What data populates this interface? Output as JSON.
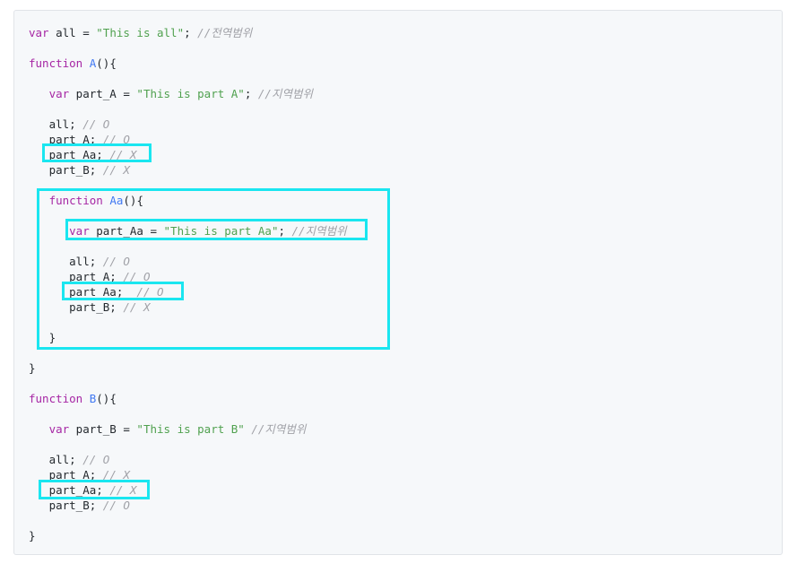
{
  "keywords": {
    "var": "var",
    "function": "function"
  },
  "lines": [
    {
      "indent": "",
      "parts": [
        {
          "t": "kw",
          "v": "var"
        },
        {
          "t": "tx",
          "v": " all = "
        },
        {
          "t": "str",
          "v": "\"This is all\""
        },
        {
          "t": "tx",
          "v": "; "
        },
        {
          "t": "cm",
          "v": "//전역범위"
        }
      ]
    },
    {
      "indent": "",
      "parts": []
    },
    {
      "indent": "",
      "parts": [
        {
          "t": "kw",
          "v": "function"
        },
        {
          "t": "tx",
          "v": " "
        },
        {
          "t": "fn",
          "v": "A"
        },
        {
          "t": "tx",
          "v": "(){"
        }
      ]
    },
    {
      "indent": "",
      "parts": []
    },
    {
      "indent": "   ",
      "parts": [
        {
          "t": "kw",
          "v": "var"
        },
        {
          "t": "tx",
          "v": " part_A = "
        },
        {
          "t": "str",
          "v": "\"This is part A\""
        },
        {
          "t": "tx",
          "v": "; "
        },
        {
          "t": "cm",
          "v": "//지역범위"
        }
      ]
    },
    {
      "indent": "",
      "parts": []
    },
    {
      "indent": "   ",
      "parts": [
        {
          "t": "tx",
          "v": "all; "
        },
        {
          "t": "cm",
          "v": "// O"
        }
      ]
    },
    {
      "indent": "   ",
      "parts": [
        {
          "t": "tx",
          "v": "part_A; "
        },
        {
          "t": "cm",
          "v": "// O"
        }
      ]
    },
    {
      "indent": "   ",
      "parts": [
        {
          "t": "tx",
          "v": "part_Aa; "
        },
        {
          "t": "cm",
          "v": "// X"
        }
      ]
    },
    {
      "indent": "   ",
      "parts": [
        {
          "t": "tx",
          "v": "part_B; "
        },
        {
          "t": "cm",
          "v": "// X"
        }
      ]
    },
    {
      "indent": "",
      "parts": []
    },
    {
      "indent": "   ",
      "parts": [
        {
          "t": "kw",
          "v": "function"
        },
        {
          "t": "tx",
          "v": " "
        },
        {
          "t": "fn",
          "v": "Aa"
        },
        {
          "t": "tx",
          "v": "(){"
        }
      ]
    },
    {
      "indent": "",
      "parts": []
    },
    {
      "indent": "      ",
      "parts": [
        {
          "t": "kw",
          "v": "var"
        },
        {
          "t": "tx",
          "v": " part_Aa = "
        },
        {
          "t": "str",
          "v": "\"This is part Aa\""
        },
        {
          "t": "tx",
          "v": "; "
        },
        {
          "t": "cm",
          "v": "//지역범위"
        }
      ]
    },
    {
      "indent": "",
      "parts": []
    },
    {
      "indent": "      ",
      "parts": [
        {
          "t": "tx",
          "v": "all; "
        },
        {
          "t": "cm",
          "v": "// O"
        }
      ]
    },
    {
      "indent": "      ",
      "parts": [
        {
          "t": "tx",
          "v": "part_A; "
        },
        {
          "t": "cm",
          "v": "// O"
        }
      ]
    },
    {
      "indent": "      ",
      "parts": [
        {
          "t": "tx",
          "v": "part_Aa;  "
        },
        {
          "t": "cm",
          "v": "// O"
        }
      ]
    },
    {
      "indent": "      ",
      "parts": [
        {
          "t": "tx",
          "v": "part_B; "
        },
        {
          "t": "cm",
          "v": "// X"
        }
      ]
    },
    {
      "indent": "",
      "parts": []
    },
    {
      "indent": "   ",
      "parts": [
        {
          "t": "tx",
          "v": "}"
        }
      ]
    },
    {
      "indent": "",
      "parts": []
    },
    {
      "indent": "",
      "parts": [
        {
          "t": "tx",
          "v": "}"
        }
      ]
    },
    {
      "indent": "",
      "parts": []
    },
    {
      "indent": "",
      "parts": [
        {
          "t": "kw",
          "v": "function"
        },
        {
          "t": "tx",
          "v": " "
        },
        {
          "t": "fn",
          "v": "B"
        },
        {
          "t": "tx",
          "v": "(){"
        }
      ]
    },
    {
      "indent": "",
      "parts": []
    },
    {
      "indent": "   ",
      "parts": [
        {
          "t": "kw",
          "v": "var"
        },
        {
          "t": "tx",
          "v": " part_B = "
        },
        {
          "t": "str",
          "v": "\"This is part B\""
        },
        {
          "t": "tx",
          "v": " "
        },
        {
          "t": "cm",
          "v": "//지역범위"
        }
      ]
    },
    {
      "indent": "",
      "parts": []
    },
    {
      "indent": "   ",
      "parts": [
        {
          "t": "tx",
          "v": "all; "
        },
        {
          "t": "cm",
          "v": "// O"
        }
      ]
    },
    {
      "indent": "   ",
      "parts": [
        {
          "t": "tx",
          "v": "part_A; "
        },
        {
          "t": "cm",
          "v": "// X"
        }
      ]
    },
    {
      "indent": "   ",
      "parts": [
        {
          "t": "tx",
          "v": "part_Aa; "
        },
        {
          "t": "cm",
          "v": "// X"
        }
      ]
    },
    {
      "indent": "   ",
      "parts": [
        {
          "t": "tx",
          "v": "part_B; "
        },
        {
          "t": "cm",
          "v": "// O"
        }
      ]
    },
    {
      "indent": "",
      "parts": []
    },
    {
      "indent": "",
      "parts": [
        {
          "t": "tx",
          "v": "}"
        }
      ]
    }
  ],
  "colors": {
    "background": "#f6f8fa",
    "keyword": "#a626a4",
    "function_name": "#4078f2",
    "string": "#50a14f",
    "comment": "#a0a1a7",
    "highlight": "#1ae6f0"
  }
}
